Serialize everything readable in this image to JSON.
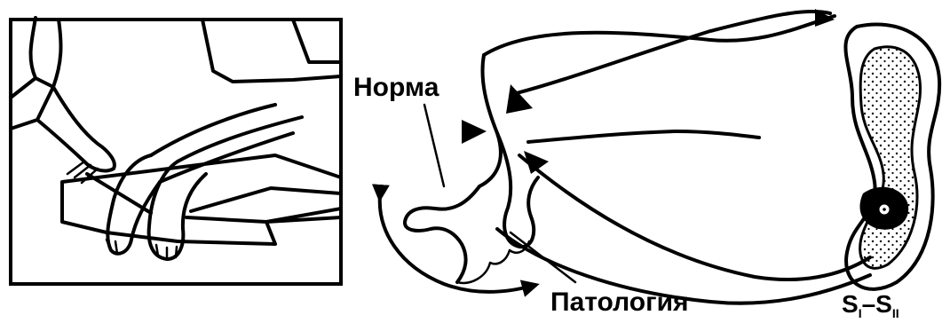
{
  "labels": {
    "norm": "Норма",
    "pathology": "Патология",
    "segment_main": "S",
    "segment_sub1": "I",
    "segment_dash": "–",
    "segment_main2": "S",
    "segment_sub2": "II"
  },
  "colors": {
    "ink": "#000000",
    "paper": "#ffffff"
  }
}
